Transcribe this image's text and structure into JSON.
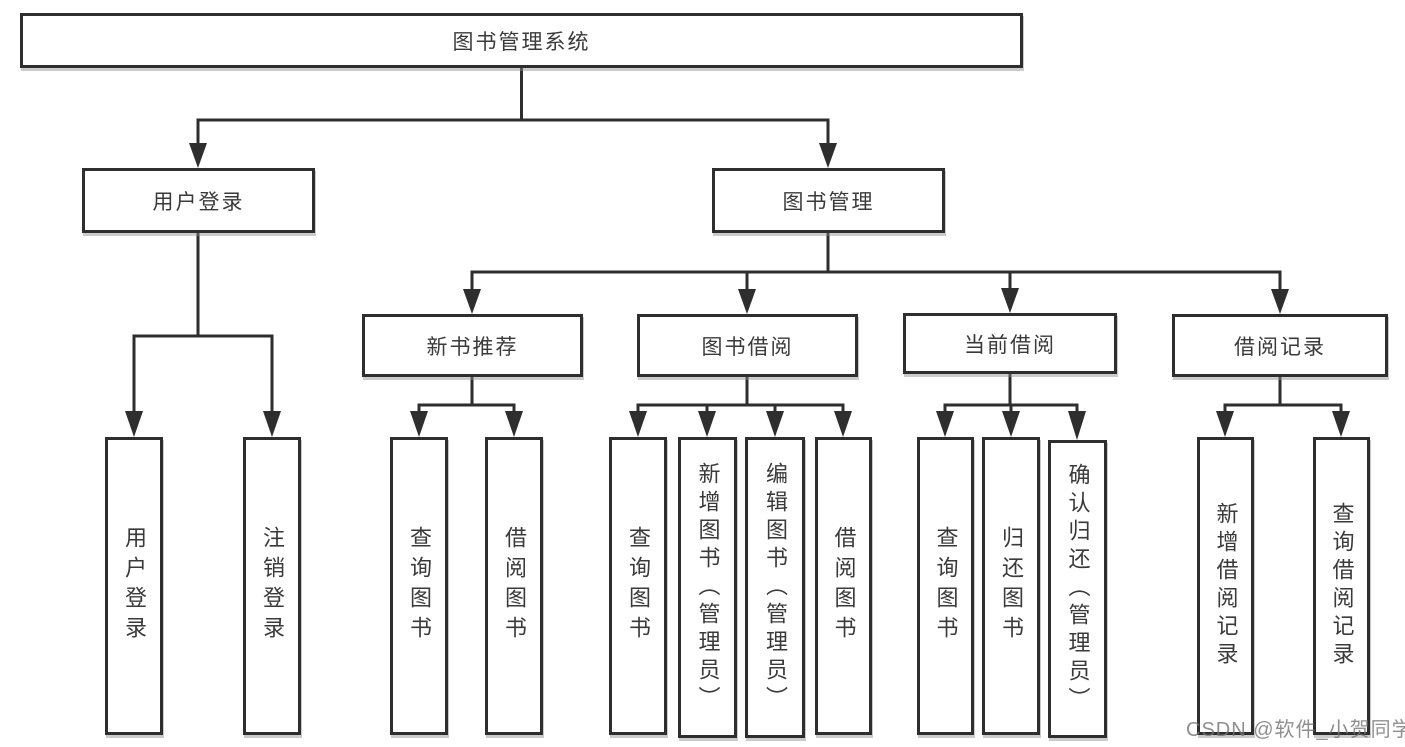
{
  "nodes": {
    "root": "图书管理系统",
    "user_login": "用户登录",
    "book_mgmt": "图书管理",
    "new_books": "新书推荐",
    "book_borrow": "图书借阅",
    "current_borrow": "当前借阅",
    "borrow_records": "借阅记录",
    "leaf_user_login": "用户登录",
    "leaf_logout": "注销登录",
    "leaf_nb_query": "查询图书",
    "leaf_nb_borrow": "借阅图书",
    "leaf_bb_query": "查询图书",
    "leaf_bb_add": "新增图书（管理员）",
    "leaf_bb_edit": "编辑图书（管理员）",
    "leaf_bb_borrow": "借阅图书",
    "leaf_cb_query": "查询图书",
    "leaf_cb_return": "归还图书",
    "leaf_cb_confirm": "确认归还（管理员）",
    "leaf_br_add": "新增借阅记录",
    "leaf_br_query": "查询借阅记录"
  },
  "watermark": "CSDN @软件_小贺同学",
  "connector_color": "#2e2e2e"
}
